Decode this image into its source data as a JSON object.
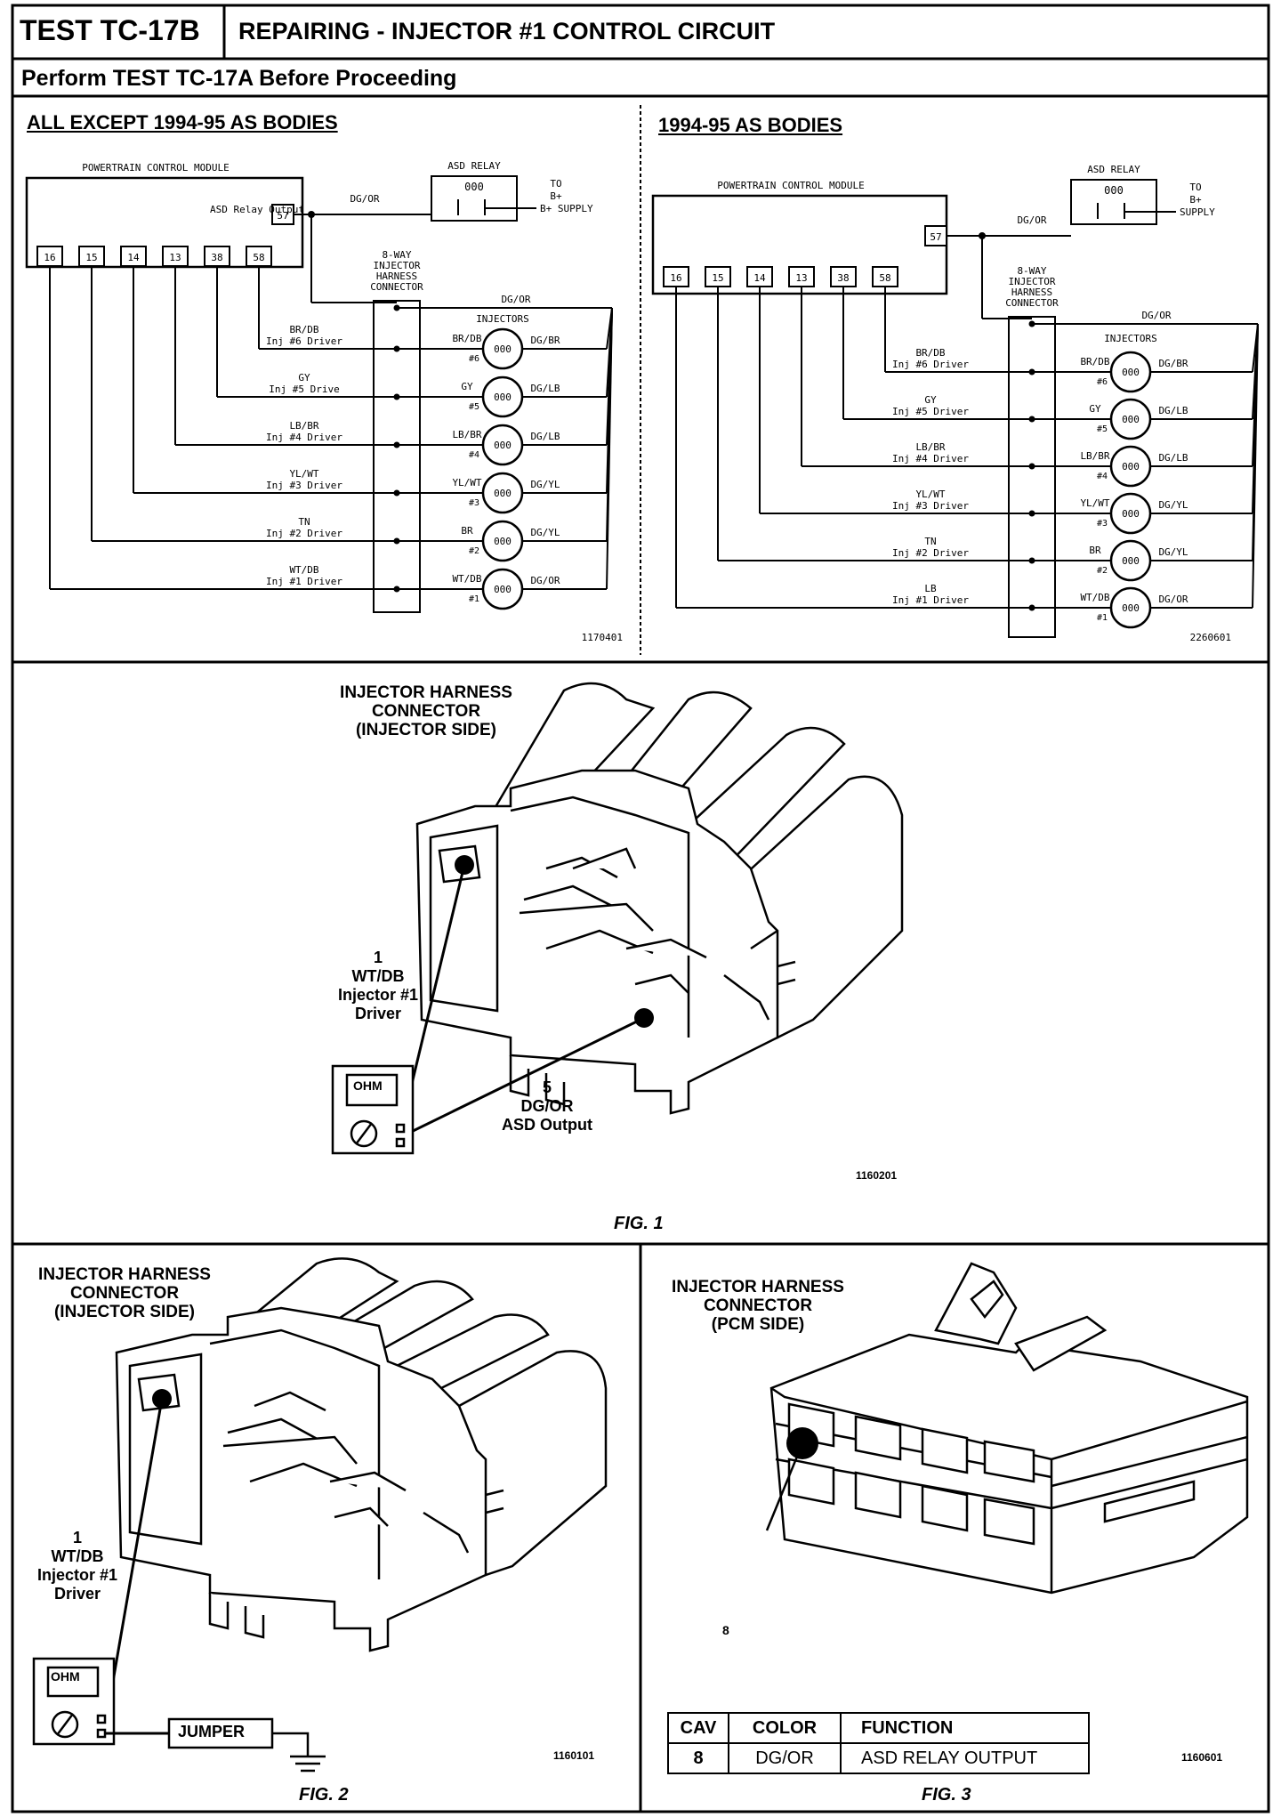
{
  "header": {
    "test_id": "TEST TC-17B",
    "title": "REPAIRING - INJECTOR #1 CONTROL CIRCUIT",
    "subtitle": "Perform TEST TC-17A Before Proceeding"
  },
  "left_schematic": {
    "heading": "ALL EXCEPT 1994-95 AS BODIES",
    "pcm_label": "POWERTRAIN CONTROL MODULE",
    "pcm_pins": [
      "16",
      "15",
      "14",
      "13",
      "38",
      "58"
    ],
    "pin57": "57",
    "asd_wire": "DG/OR",
    "asd_out": "ASD Relay Output",
    "relay_label": "ASD RELAY",
    "to_label": "TO",
    "bplus": "B+",
    "supply": "B+ SUPPLY",
    "connector_label": [
      "8-WAY",
      "INJECTOR",
      "HARNESS",
      "CONNECTOR"
    ],
    "common_wire": "DG/OR",
    "injectors_label": "INJECTORS",
    "drivers": [
      {
        "color": "BR/DB",
        "name": "Inj #6 Driver"
      },
      {
        "color": "GY",
        "name": "Inj #5 Drive"
      },
      {
        "color": "LB/BR",
        "name": "Inj #4 Driver"
      },
      {
        "color": "YL/WT",
        "name": "Inj #3 Driver"
      },
      {
        "color": "TN",
        "name": "Inj #2 Driver"
      },
      {
        "color": "WT/DB",
        "name": "Inj #1 Driver"
      }
    ],
    "injectors": [
      {
        "in": "BR/DB",
        "num": "#6",
        "out": "DG/BR"
      },
      {
        "in": "GY",
        "num": "#5",
        "out": "DG/LB"
      },
      {
        "in": "LB/BR",
        "num": "#4",
        "out": "DG/LB"
      },
      {
        "in": "YL/WT",
        "num": "#3",
        "out": "DG/YL"
      },
      {
        "in": "BR",
        "num": "#2",
        "out": "DG/YL"
      },
      {
        "in": "WT/DB",
        "num": "#1",
        "out": "DG/OR"
      }
    ],
    "coil": "000",
    "figure_id": "1170401"
  },
  "right_schematic": {
    "heading": "1994-95 AS BODIES",
    "pcm_label": "POWERTRAIN CONTROL MODULE",
    "pcm_pins": [
      "16",
      "15",
      "14",
      "13",
      "38",
      "58"
    ],
    "pin57": "57",
    "asd_wire": "DG/OR",
    "relay_label": "ASD RELAY",
    "to_label": "TO",
    "bplus": "B+",
    "supply": "SUPPLY",
    "connector_label": [
      "8-WAY",
      "INJECTOR",
      "HARNESS",
      "CONNECTOR"
    ],
    "common_wire": "DG/OR",
    "injectors_label": "INJECTORS",
    "drivers": [
      {
        "color": "BR/DB",
        "name": "Inj #6 Driver"
      },
      {
        "color": "GY",
        "name": "Inj #5 Driver"
      },
      {
        "color": "LB/BR",
        "name": "Inj #4 Driver"
      },
      {
        "color": "YL/WT",
        "name": "Inj #3 Driver"
      },
      {
        "color": "TN",
        "name": "Inj #2 Driver"
      },
      {
        "color": "LB",
        "name": "Inj #1 Driver"
      }
    ],
    "injectors": [
      {
        "in": "BR/DB",
        "num": "#6",
        "out": "DG/BR"
      },
      {
        "in": "GY",
        "num": "#5",
        "out": "DG/LB"
      },
      {
        "in": "LB/BR",
        "num": "#4",
        "out": "DG/LB"
      },
      {
        "in": "YL/WT",
        "num": "#3",
        "out": "DG/YL"
      },
      {
        "in": "BR",
        "num": "#2",
        "out": "DG/YL"
      },
      {
        "in": "WT/DB",
        "num": "#1",
        "out": "DG/OR"
      }
    ],
    "coil": "000",
    "figure_id": "2260601"
  },
  "fig1": {
    "title": [
      "INJECTOR HARNESS",
      "CONNECTOR",
      "(INJECTOR SIDE)"
    ],
    "pin1": [
      "1",
      "WT/DB",
      "Injector #1",
      "Driver"
    ],
    "pin5": [
      "5",
      "DG/OR",
      "ASD Output"
    ],
    "meter": "OHM",
    "figure_id": "1160201",
    "caption": "FIG. 1"
  },
  "fig2": {
    "title": [
      "INJECTOR HARNESS",
      "CONNECTOR",
      "(INJECTOR SIDE)"
    ],
    "pin1": [
      "1",
      "WT/DB",
      "Injector #1",
      "Driver"
    ],
    "meter": "OHM",
    "jumper": "JUMPER",
    "figure_id": "1160101",
    "caption": "FIG. 2"
  },
  "fig3": {
    "title": [
      "INJECTOR HARNESS",
      "CONNECTOR",
      "(PCM SIDE)"
    ],
    "pin_callout": "8",
    "table": {
      "headers": [
        "CAV",
        "COLOR",
        "FUNCTION"
      ],
      "rows": [
        [
          "8",
          "DG/OR",
          "ASD RELAY OUTPUT"
        ]
      ]
    },
    "figure_id": "1160601",
    "caption": "FIG. 3"
  }
}
